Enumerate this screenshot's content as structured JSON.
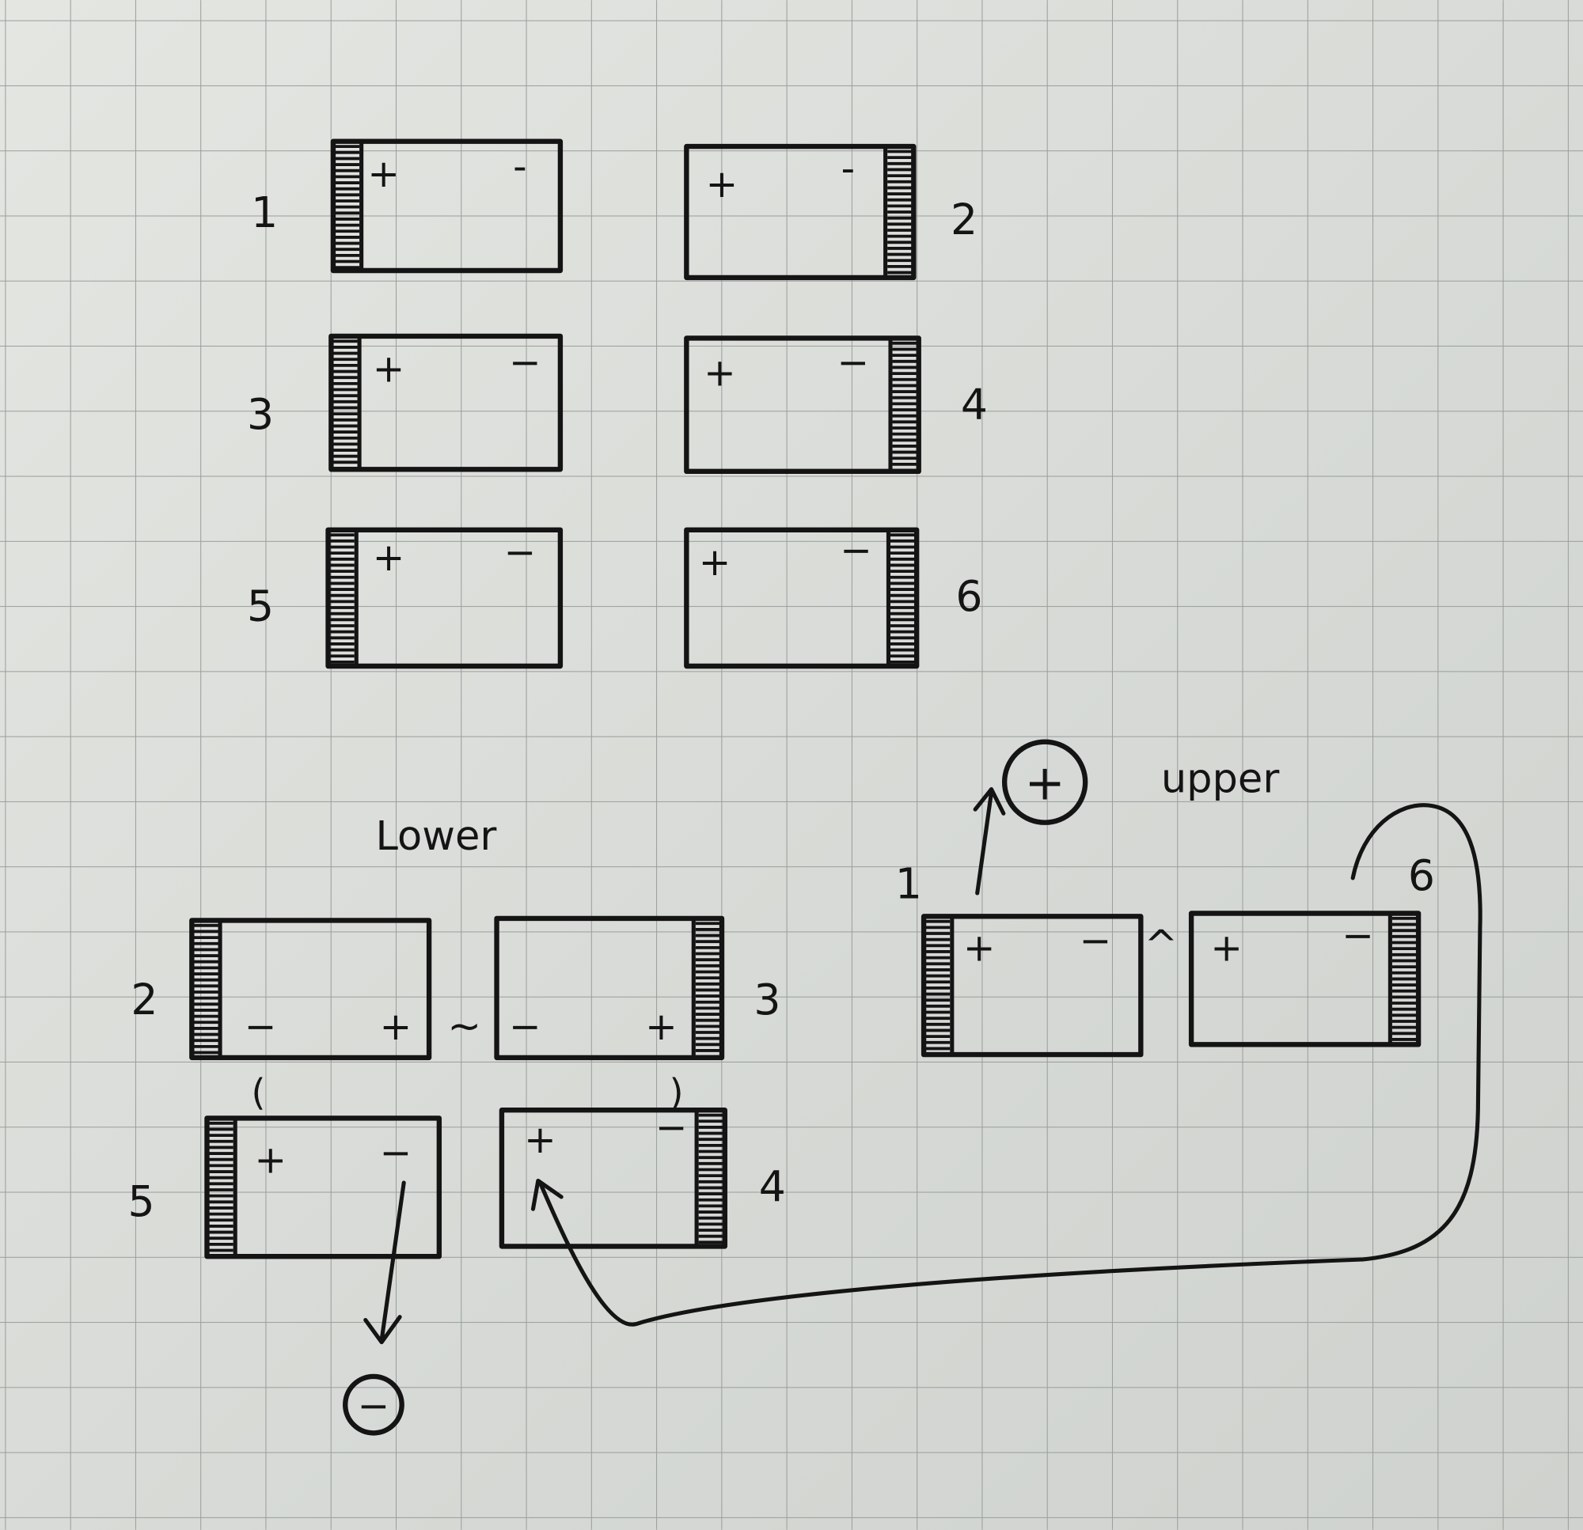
{
  "headings": {
    "lower": "Lower",
    "upper": "upper"
  },
  "terminals": {
    "positive": "+",
    "negative": "−"
  },
  "top_cells": [
    {
      "number": "1",
      "hatch": "left",
      "pos": "+",
      "neg": "-"
    },
    {
      "number": "2",
      "hatch": "right",
      "pos": "+",
      "neg": "-"
    },
    {
      "number": "3",
      "hatch": "left",
      "pos": "+",
      "neg": "−"
    },
    {
      "number": "4",
      "hatch": "right",
      "pos": "+",
      "neg": "−"
    },
    {
      "number": "5",
      "hatch": "left",
      "pos": "+",
      "neg": "−"
    },
    {
      "number": "6",
      "hatch": "right",
      "pos": "+",
      "neg": "−"
    }
  ],
  "lower_cells": [
    {
      "number": "2",
      "hatch": "left",
      "pos": "+",
      "neg": "−"
    },
    {
      "number": "3",
      "hatch": "right",
      "pos": "+",
      "neg": "−"
    },
    {
      "number": "5",
      "hatch": "left",
      "pos": "+",
      "neg": "−"
    },
    {
      "number": "4",
      "hatch": "right",
      "pos": "+",
      "neg": "−"
    }
  ],
  "upper_cells": [
    {
      "number": "1",
      "hatch": "left",
      "pos": "+",
      "neg": "−"
    },
    {
      "number": "6",
      "hatch": "right",
      "pos": "+",
      "neg": "−"
    }
  ],
  "connectors": {
    "lower_link": "~",
    "upper_link": "^",
    "left_bracket": "(",
    "right_bracket": ")"
  },
  "outputs": {
    "positive_terminal": "+",
    "negative_terminal": "−"
  }
}
